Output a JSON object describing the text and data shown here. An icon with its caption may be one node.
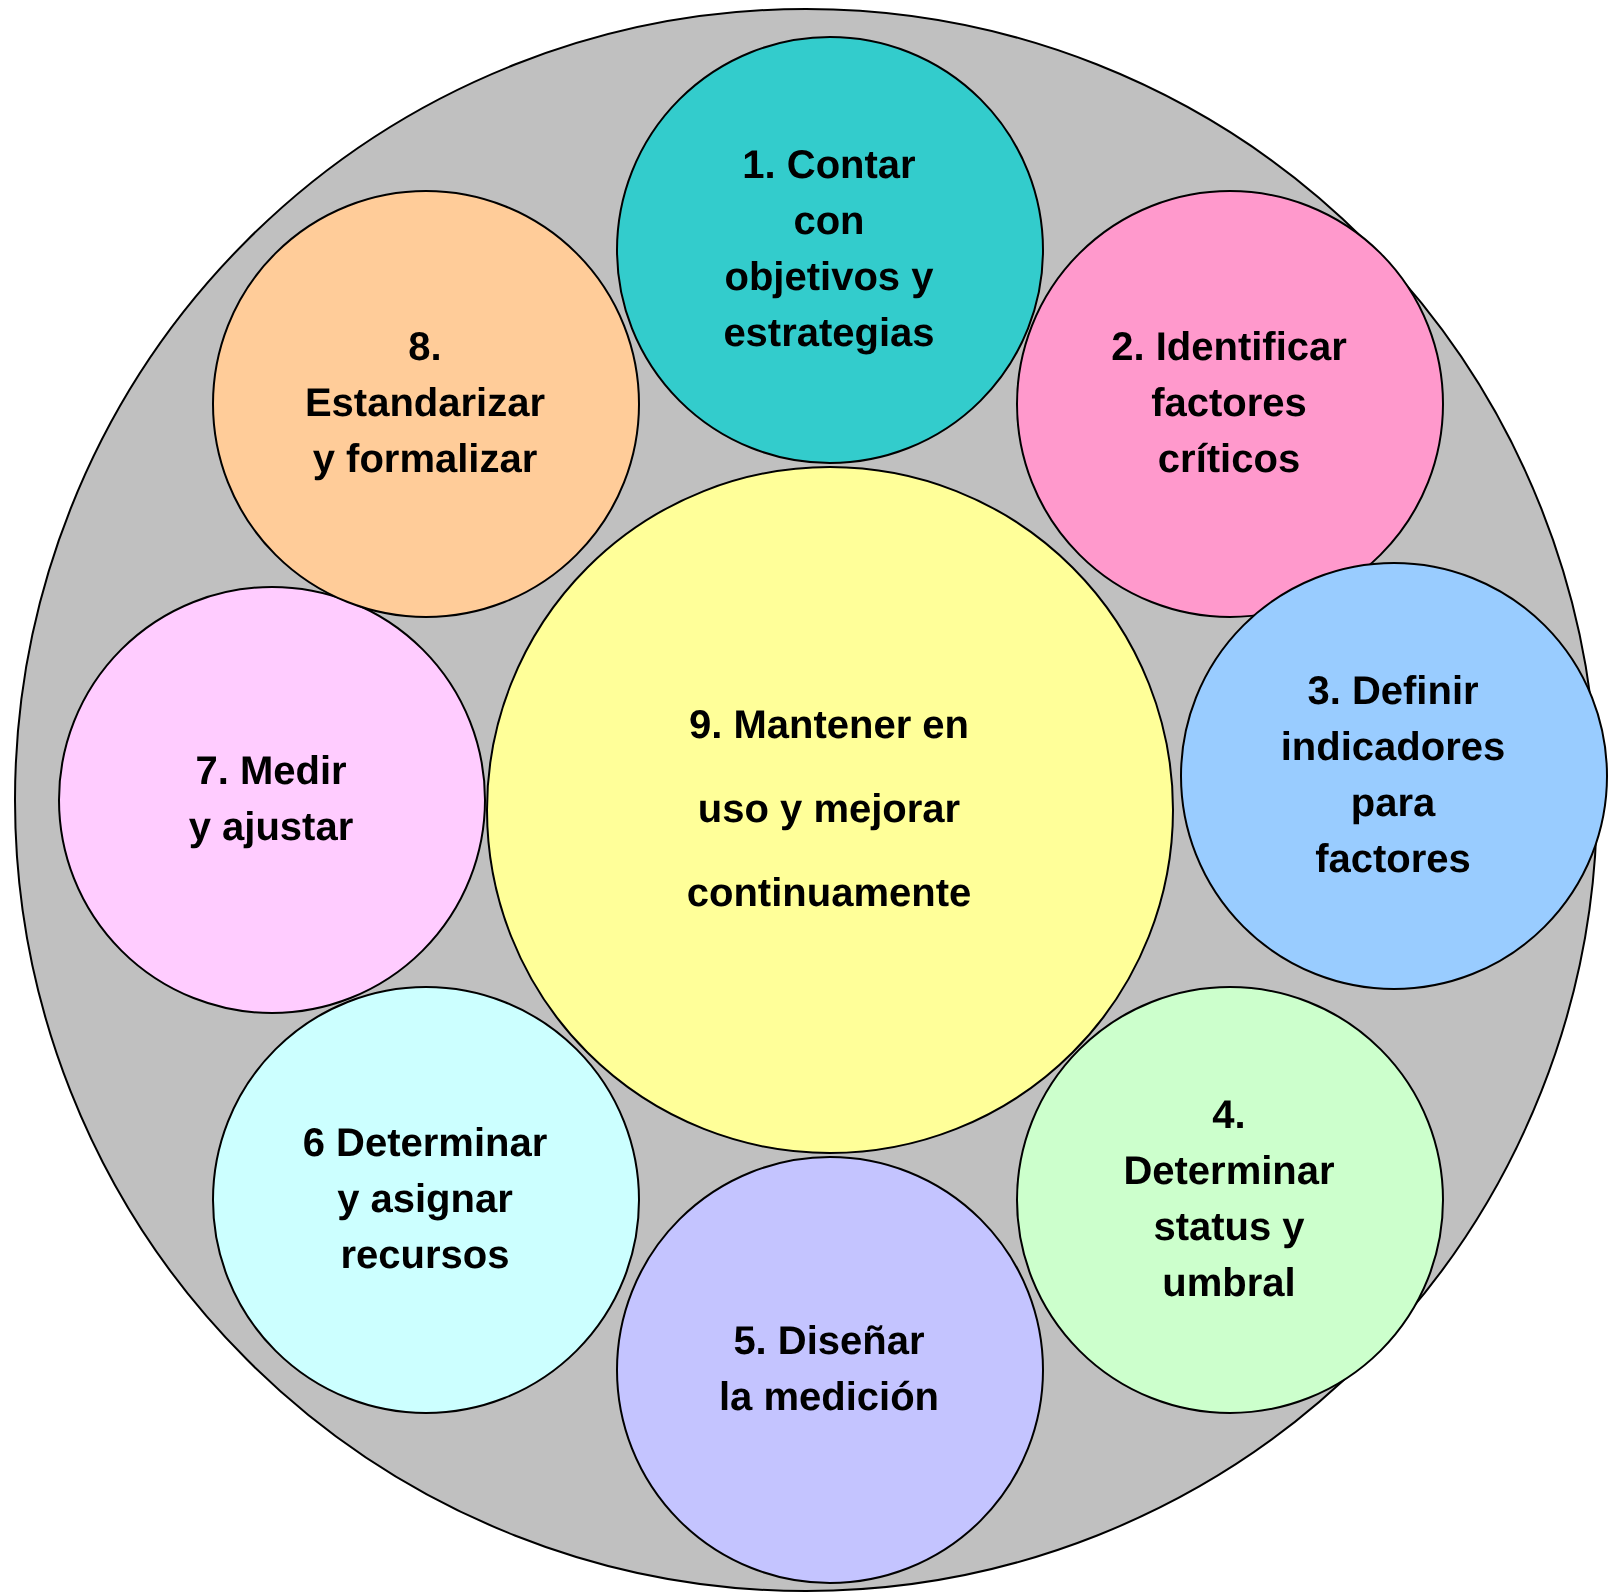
{
  "diagram": {
    "nodes": [
      {
        "text": [],
        "shape": "circle"
      },
      {
        "text": [
          "1. Contar con objetivos y estrategias"
        ],
        "in": 0
      },
      {
        "text": [
          "2. Identificar factores críticos"
        ],
        "in": 0
      },
      {
        "text": [
          "3. Definir indicadores para factores"
        ],
        "in": 0
      },
      {
        "text": [
          "4. Determinar status y umbral"
        ],
        "in": 0
      },
      {
        "text": [
          "5. Diseñar la medición"
        ],
        "in": 0
      },
      {
        "text": [
          "6 Determinar y asignar recursos"
        ],
        "in": 0
      },
      {
        "text": [
          "7. Medir y ajustar"
        ],
        "in": 0
      },
      {
        "text": [
          "8. Estandarizar y formalizar"
        ],
        "in": 0
      },
      {
        "text": [
          "9. Mantener en uso y mejorar continuamente"
        ],
        "in": 0
      }
    ]
  }
}
